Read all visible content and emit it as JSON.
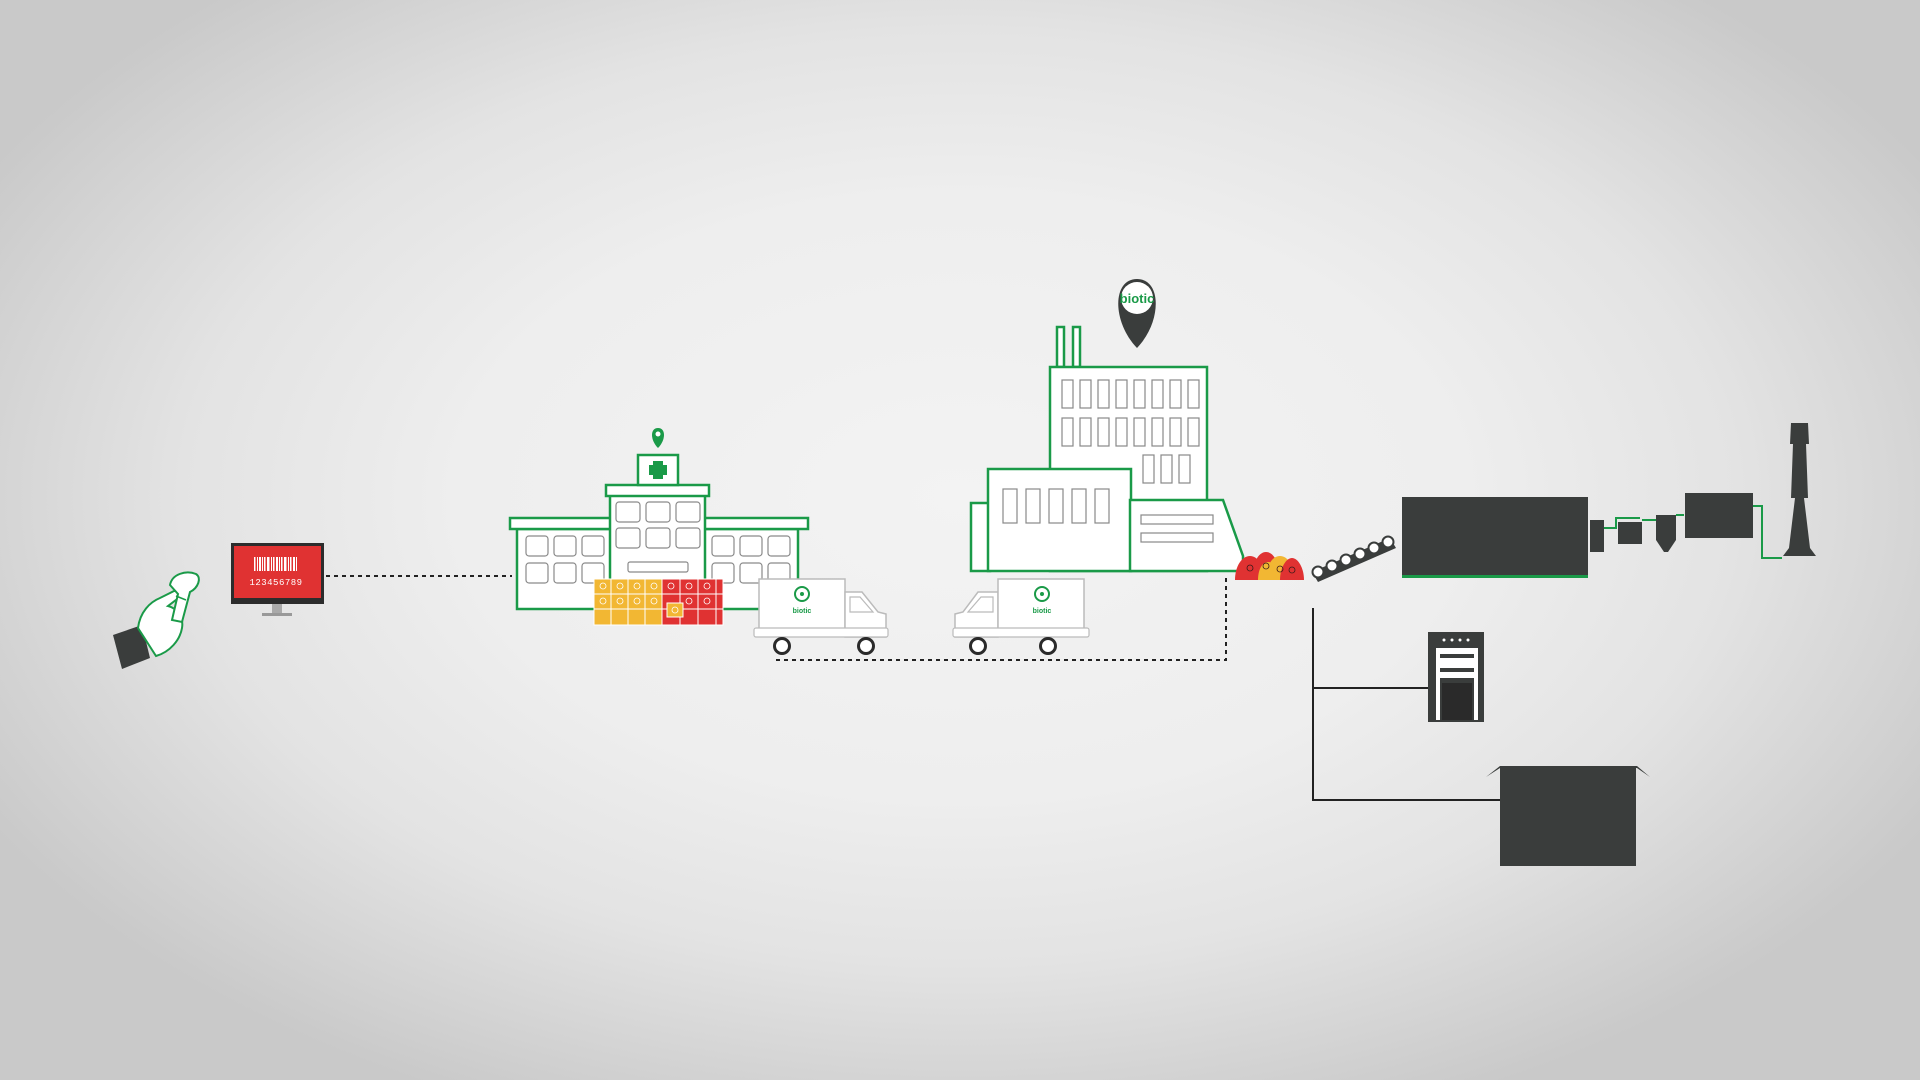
{
  "colors": {
    "green": "#1a9a48",
    "dark": "#3a3d3c",
    "red": "#e03232",
    "yellow": "#f2b733",
    "line": "#222222",
    "truck": "#ffffff"
  },
  "monitor": {
    "barcode_number": "123456789"
  },
  "trucks": [
    {
      "logo_text": "biotic"
    },
    {
      "logo_text": "biotic"
    }
  ],
  "factory_pin": {
    "logo_text": "biotic"
  }
}
